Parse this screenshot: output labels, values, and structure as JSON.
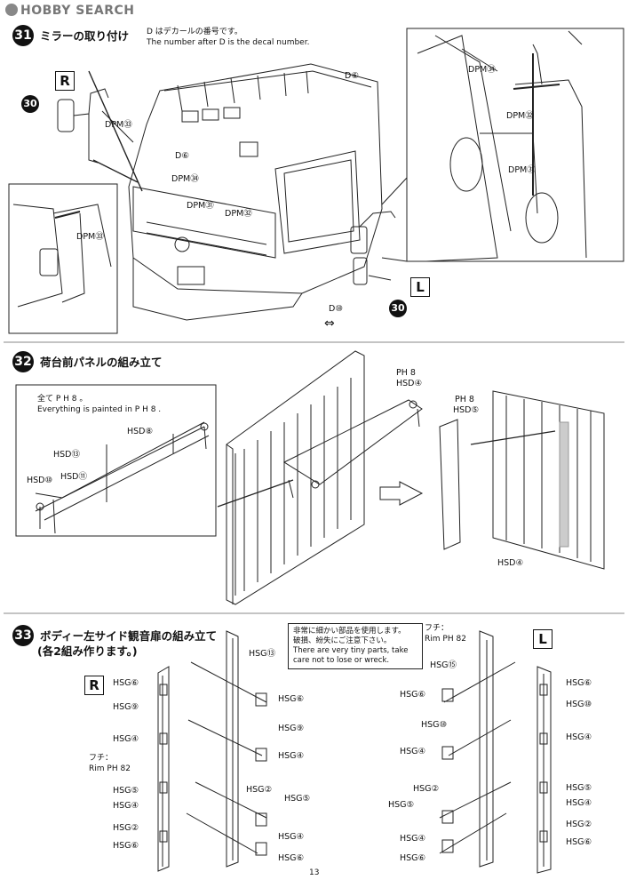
{
  "watermark": "HOBBY SEARCH",
  "step31": {
    "num": "31",
    "title": "ミラーの取り付け",
    "decal_note_jp": "D はデカールの番号です。",
    "decal_note_en": "The number after D is the decal number.",
    "labels": {
      "dpm33_a": "DPM㉝",
      "dpm33_b": "DPM㉝",
      "d6_a": "D⑥",
      "d6_b": "D⑥",
      "dpm34_a": "DPM㉞",
      "dpm31_a": "DPM㉛",
      "dpm32_a": "DPM㉜",
      "dpm34_b": "DPM㉞",
      "dpm32_b": "DPM㉜",
      "dpm31_b": "DPM㉛",
      "d10": "D⑩"
    },
    "R": "R",
    "L": "L",
    "part30_a": "30",
    "part30_b": "30"
  },
  "step32": {
    "num": "32",
    "title": "荷台前パネルの組み立て",
    "paint_jp": "全て P H 8 。",
    "paint_en": "Everything is painted in P H 8 .",
    "labels": {
      "hsd8": "HSD⑧",
      "hsd13": "HSD⑬",
      "hsd11": "HSD⑪",
      "hsd10": "HSD⑩",
      "ph8_a": "PH 8",
      "hsd4_a": "HSD④",
      "ph8_b": "PH 8",
      "hsd5": "HSD⑤",
      "hsd4_b": "HSD④"
    }
  },
  "step33": {
    "num": "33",
    "title": "ボディー左サイド観音扉の組み立て",
    "subtitle": "(各2組み作ります。)",
    "warning_jp1": "非常に細かい部品を使用します。",
    "warning_jp2": "破損、紛失にご注意下さい。",
    "warning_en1": "There are very tiny parts, take",
    "warning_en2": "care not to lose or wreck.",
    "R": "R",
    "L": "L",
    "rim_jp": "フチ：",
    "rim_en": "Rim",
    "rim_code": "PH 82",
    "right_labels": [
      "HSG⑬",
      "HSG⑥",
      "HSG⑨",
      "HSG④",
      "HSG⑤",
      "HSG④",
      "HSG②",
      "HSG⑥",
      "HSG⑥",
      "HSG⑨",
      "HSG④",
      "HSG②",
      "HSG⑤",
      "HSG④",
      "HSG⑥"
    ],
    "left_labels": [
      "HSG⑮",
      "HSG⑥",
      "HSG⑩",
      "HSG④",
      "HSG②",
      "HSG⑤",
      "HSG④",
      "HSG⑥",
      "HSG⑥",
      "HSG⑩",
      "HSG④",
      "HSG⑤",
      "HSG④",
      "HSG②",
      "HSG⑥"
    ]
  },
  "page_number": "13"
}
